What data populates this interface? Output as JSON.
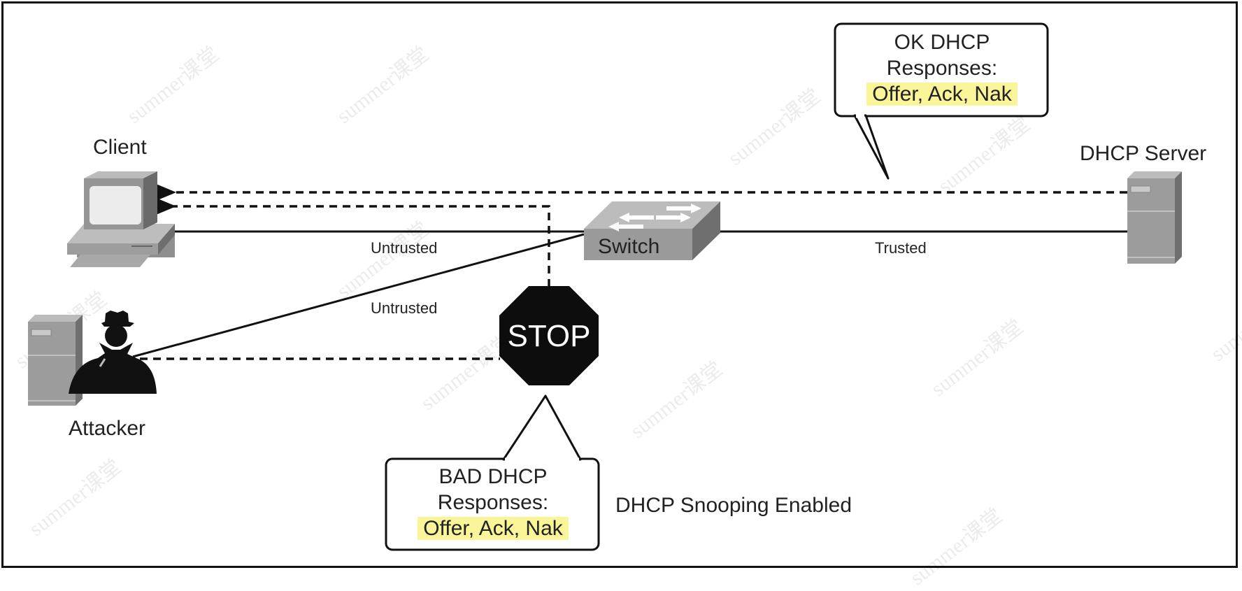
{
  "diagram": {
    "nodes": {
      "client": {
        "label": "Client",
        "icon": "pc-icon"
      },
      "switch": {
        "label": "Switch",
        "icon": "switch-icon"
      },
      "dhcp_server": {
        "label": "DHCP Server",
        "icon": "server-icon"
      },
      "attacker": {
        "label": "Attacker",
        "icon": "attacker-icon"
      },
      "stop": {
        "label": "STOP",
        "icon": "stop-sign-icon"
      }
    },
    "links": {
      "client_switch": "Untrusted",
      "attacker_switch": "Untrusted",
      "switch_server": "Trusted"
    },
    "callouts": {
      "ok": {
        "line1": "OK DHCP",
        "line2": "Responses:",
        "highlight": "Offer, Ack, Nak"
      },
      "bad": {
        "line1": "BAD DHCP",
        "line2": "Responses:",
        "highlight": "Offer, Ack, Nak"
      }
    },
    "note": "DHCP Snooping Enabled",
    "watermark": "summer课堂",
    "colors": {
      "highlight": "#fbf59a",
      "device_gray": "#9a9a9a",
      "line": "#111111"
    }
  }
}
